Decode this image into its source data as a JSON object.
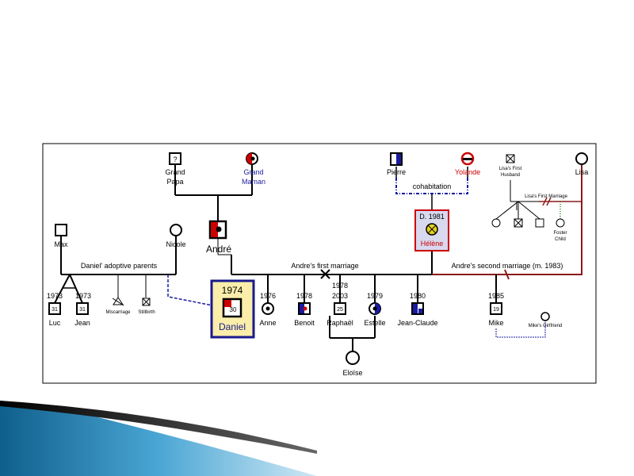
{
  "people": {
    "grand_papa": {
      "line1": "Grand",
      "line2": "Papa",
      "badge": "?"
    },
    "grand_maman": {
      "line1": "Grand",
      "line2": "Maman"
    },
    "andre": {
      "name": "André"
    },
    "max": {
      "name": "Max"
    },
    "nicole": {
      "name": "Nicole"
    },
    "pierre": {
      "name": "Pierre"
    },
    "yolande": {
      "name": "Yolande"
    },
    "helene": {
      "death": "D. 1981",
      "name": "Hélène"
    },
    "lisa": {
      "name": "Lisa"
    },
    "lisas_husband": {
      "line1": "Lisa's First",
      "line2": "Husband"
    },
    "foster_child": {
      "line1": "Foster",
      "line2": "Child"
    },
    "luc": {
      "name": "Luc",
      "year": "1973",
      "badge": "31"
    },
    "jean": {
      "name": "Jean",
      "year": "1973",
      "badge": "31"
    },
    "miscarriage": {
      "name": "Miscarriage"
    },
    "stillbirth": {
      "name": "Stillbirth"
    },
    "daniel": {
      "name": "Daniel",
      "year": "1974",
      "badge": "30"
    },
    "anne": {
      "name": "Anne",
      "year": "1976"
    },
    "benoit": {
      "name": "Benoit",
      "year": "1978"
    },
    "raphael": {
      "name": "Raphaël",
      "year1": "1978",
      "year2": "2003",
      "badge": "25"
    },
    "estelle": {
      "name": "Estelle",
      "year": "1979"
    },
    "jean_claude": {
      "name": "Jean-Claude",
      "year": "1980"
    },
    "mike": {
      "name": "Mike",
      "year": "1985",
      "badge": "19"
    },
    "mikes_girlfriend": {
      "name": "Mike's Girlfriend"
    },
    "eloise": {
      "name": "Eloïse"
    }
  },
  "relations": {
    "cohabitation": "cohabitation",
    "adoptive_parents": "Daniel' adoptive parents",
    "first_marriage": "Andre's first marriage",
    "second_marriage": "Andre's second marriage (m. 1983)",
    "lisa_first_marriage": "Lisa's First Marriage"
  },
  "colors": {
    "frame": "#000000",
    "highlight_fill": "#faeeaa",
    "highlight_border": "#1a1a8c",
    "red": "#cc0000",
    "blue": "#1a1aa0",
    "dark_red": "#8b1a1a",
    "green": "#1a8a1a",
    "helene_fill": "#d8d8ee",
    "marker_yellow": "#e6d21a"
  }
}
